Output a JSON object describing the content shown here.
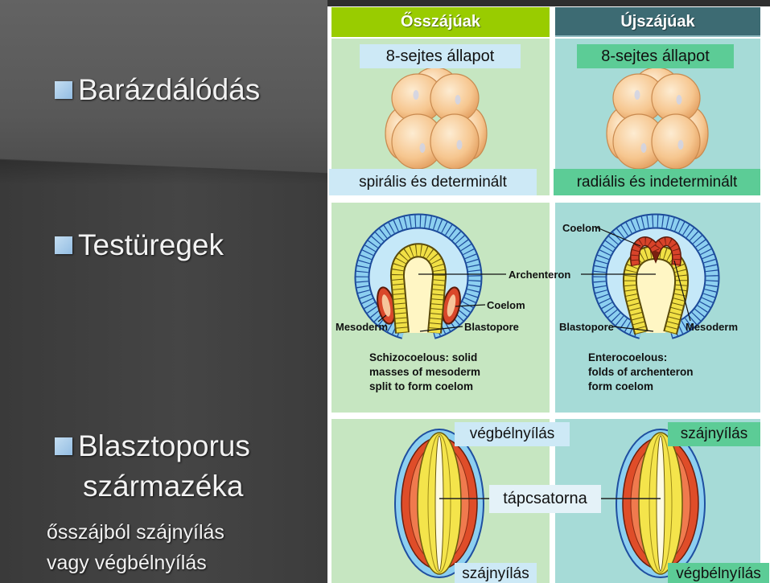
{
  "bullets": [
    {
      "label": "Barázdálódás"
    },
    {
      "label": "Testüregek"
    },
    {
      "label": "Blasztoporus",
      "continuation": "származéka"
    }
  ],
  "blastopore_notes": [
    "ősszájból szájnyílás",
    "vagy végbélnyílás"
  ],
  "columns": {
    "protostomes": "Ősszájúak",
    "deuterostomes": "Újszájúak"
  },
  "cleavage": {
    "protostome_stage": "8-sejtes állapot",
    "deuterostome_stage": "8-sejtes állapot",
    "protostome_type": "spirális és determinált",
    "deuterostome_type": "radiális és indeterminált"
  },
  "body_cavity": {
    "shared_label": "Archenteron",
    "protostome": {
      "coelom": "Coelom",
      "mesoderm": "Mesoderm",
      "blastopore": "Blastopore",
      "caption": [
        "Schizocoelous: solid",
        "masses of mesoderm",
        "split to form coelom"
      ]
    },
    "deuterostome": {
      "coelom": "Coelom",
      "mesoderm": "Mesoderm",
      "blastopore": "Blastopore",
      "caption": [
        "Enterocoelous:",
        "folds of archenteron",
        "form coelom"
      ]
    }
  },
  "blastopore_fate": {
    "gut": "tápcsatorna",
    "protostome": {
      "top": "végbélnyílás",
      "bottom": "szájnyílás"
    },
    "deuterostome": {
      "top": "szájnyílás",
      "bottom": "végbélnyílás"
    }
  },
  "icons": {
    "bullet": "square-bullet-icon"
  },
  "colors": {
    "protostome_header": "#99cc00",
    "deuterostome_header": "#3d6b73",
    "protostome_panel": "#c6e6c1",
    "deuterostome_panel": "#a6dbd7",
    "protostome_label": "#cde9f6",
    "deuterostome_label": "#5ccc96",
    "gut_label": "#e4f2f8"
  }
}
